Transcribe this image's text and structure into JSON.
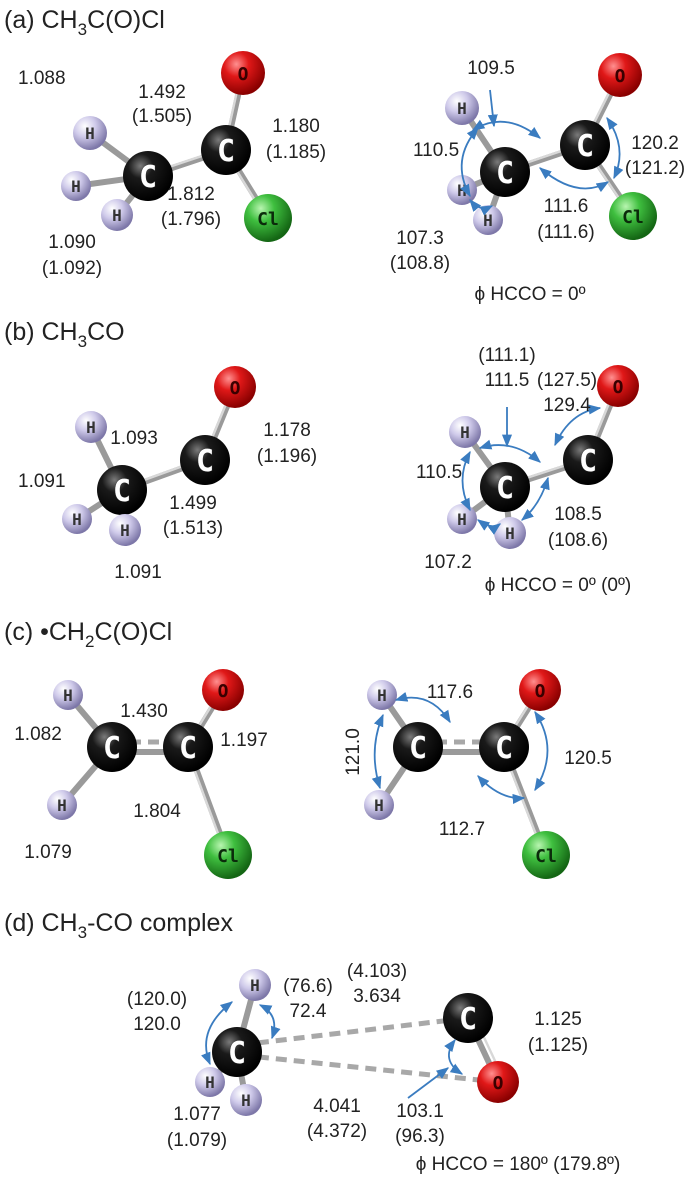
{
  "panels": {
    "a": {
      "title_prefix": "(a) CH",
      "title_sub": "3",
      "title_suffix": "C(O)Cl",
      "left": {
        "h_top": "1.088",
        "cc_top": "1.492",
        "cc_top_paren": "(1.505)",
        "co": "1.180",
        "co_paren": "(1.185)",
        "ccl": "1.812",
        "ccl_paren": "(1.796)",
        "h_bot": "1.090",
        "h_bot_paren": "(1.092)"
      },
      "right": {
        "a1": "109.5",
        "a2": "110.5",
        "a3": "107.3",
        "a3_paren": "(108.8)",
        "a4": "120.2",
        "a4_paren": "(121.2)",
        "a5": "111.6",
        "a5_paren": "(111.6)",
        "dihedral": "ϕ HCCO = 0º"
      }
    },
    "b": {
      "title": "(b) CH",
      "title_sub": "3",
      "title_suffix": "CO",
      "left": {
        "h1": "1.093",
        "h2": "1.091",
        "h3": "1.091",
        "cc": "1.499",
        "cc_paren": "(1.513)",
        "co": "1.178",
        "co_paren": "(1.196)"
      },
      "right": {
        "a1_paren": "(111.1)",
        "a1": "111.5",
        "a2_paren": "(127.5)",
        "a2": "129.4",
        "a3": "110.5",
        "a4": "107.2",
        "a5": "108.5",
        "a5_paren": "(108.6)",
        "dihedral": "ϕ HCCO = 0º (0º)"
      }
    },
    "c": {
      "title_prefix": "(c) •CH",
      "title_sub": "2",
      "title_suffix": "C(O)Cl",
      "left": {
        "h1": "1.082",
        "cc": "1.430",
        "co": "1.197",
        "ccl": "1.804",
        "h2": "1.079"
      },
      "right": {
        "a1": "117.6",
        "a2": "121.0",
        "a3": "120.5",
        "a4": "112.7"
      }
    },
    "d": {
      "title_prefix": "(d) CH",
      "title_sub": "3",
      "title_suffix": "-CO complex",
      "labels": {
        "a1_paren": "(120.0)",
        "a1": "120.0",
        "a2_paren": "(76.6)",
        "a2": "72.4",
        "d1_paren": "(4.103)",
        "d1": "3.634",
        "co": "1.125",
        "co_paren": "(1.125)",
        "ch": "1.077",
        "ch_paren": "(1.079)",
        "d2": "4.041",
        "d2_paren": "(4.372)",
        "a3": "103.1",
        "a3_paren": "(96.3)",
        "dihedral": "ϕ HCCO = 180º (179.8º)"
      }
    }
  },
  "atoms": {
    "C": "C",
    "H": "H",
    "O": "O",
    "Cl": "Cl"
  },
  "colors": {
    "carbon": "#0a0a0a",
    "hydrogen": "#c9c4e6",
    "oxygen": "#d81414",
    "chlorine": "#3dbb3d",
    "angle_arrows": "#3a7cc0"
  }
}
